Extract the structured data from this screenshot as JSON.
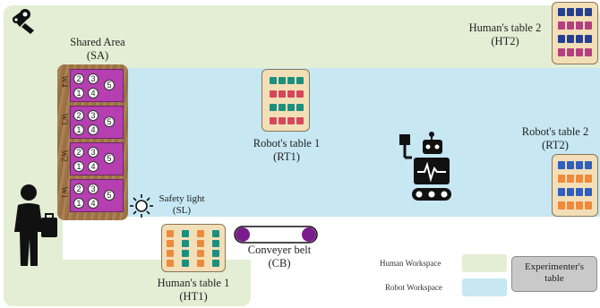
{
  "labels": {
    "shared_area": [
      "Shared Area",
      "(SA)"
    ],
    "safety_light": [
      "Safety light",
      "(SL)"
    ],
    "robot_table_1": [
      "Robot's table 1",
      "(RT1)"
    ],
    "robot_table_2": [
      "Robot's table 2",
      "(RT2)"
    ],
    "human_table_1": [
      "Human's table 1",
      "(HT1)"
    ],
    "human_table_2": [
      "Human's table 2",
      "(HT2)"
    ],
    "conveyer_belt": [
      "Conveyer belt",
      "(CB)"
    ]
  },
  "workstations": [
    {
      "tag": "W4",
      "numbers": [
        "2",
        "1",
        "3",
        "4",
        "5"
      ]
    },
    {
      "tag": "W3",
      "numbers": [
        "2",
        "1",
        "3",
        "4",
        "5"
      ]
    },
    {
      "tag": "W2",
      "numbers": [
        "2",
        "1",
        "3",
        "4",
        "5"
      ]
    },
    {
      "tag": "W1",
      "numbers": [
        "2",
        "1",
        "3",
        "4",
        "5"
      ]
    }
  ],
  "legend": {
    "human_workspace": "Human Workspace",
    "robot_workspace": "Robot Workspace",
    "experimenter_table": [
      "Experimenter's",
      "table"
    ]
  },
  "colors": {
    "human_workspace": "#e3eed5",
    "robot_workspace": "#c7e7f3",
    "workstation": "#b53fb0",
    "teal_part": "#1e8f7e",
    "red_part": "#d5475a",
    "navy_part": "#243f8f",
    "magenta_part": "#b4407f",
    "orange_part": "#ef8a3b",
    "blue_part": "#2f5fbf",
    "conveyor": "#7a1d8c"
  },
  "icons": [
    "gear-camera-icon",
    "safety-light-icon",
    "robot-icon",
    "human-icon"
  ]
}
